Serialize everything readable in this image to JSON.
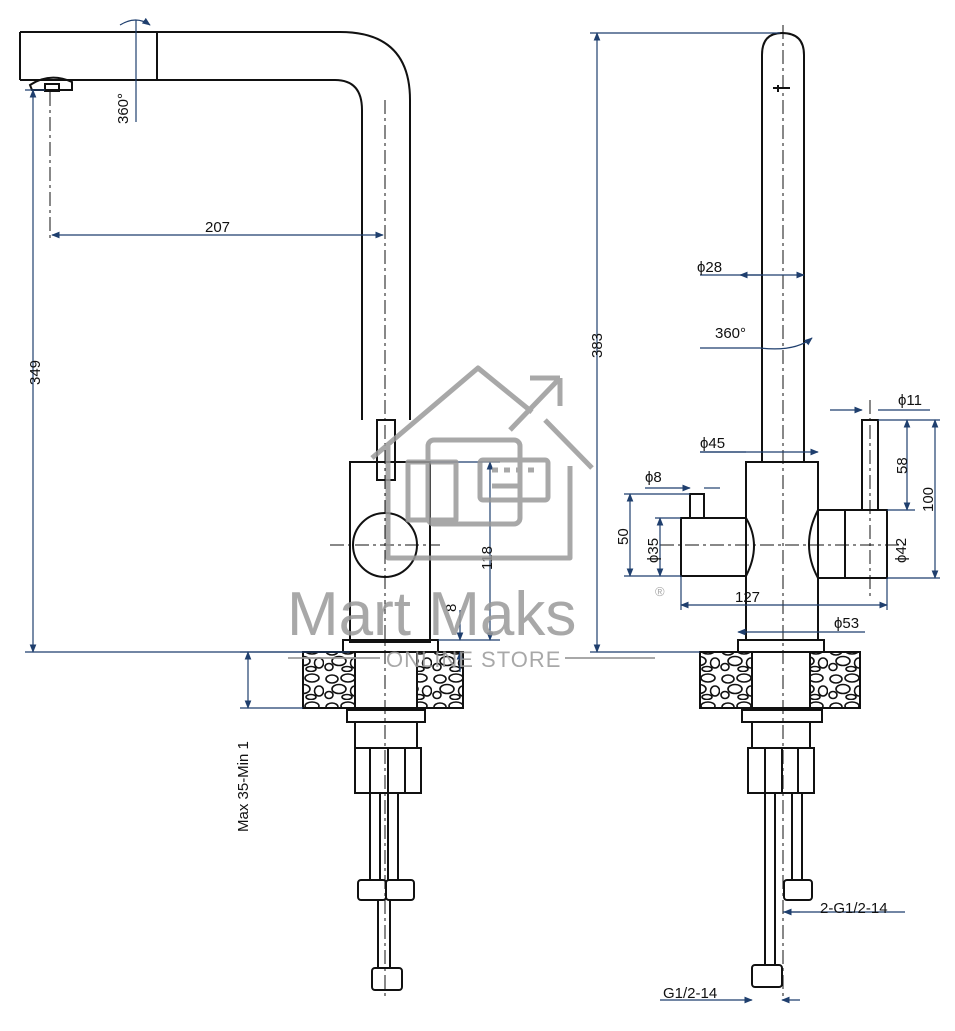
{
  "colors": {
    "outline": "#111111",
    "dimension_line": "#1f3f6e",
    "watermark": "#9a9a9a",
    "watermark_fill": "#c7c7c7",
    "background": "#ffffff"
  },
  "watermark": {
    "brand": "Mart Maks",
    "registered": "®",
    "tagline": "ONLINE STORE",
    "icon": "house-with-rising-arrow-icon"
  },
  "side_view": {
    "dims": {
      "swivel": "360°",
      "spout_reach": "207",
      "height": "349",
      "body_height": "118",
      "base_thickness": "8",
      "counter_thickness": "Max 35-Min 1"
    }
  },
  "front_view": {
    "dims": {
      "total_height": "383",
      "spout_diameter": "ϕ28",
      "swivel": "360°",
      "handle_diameter": "ϕ11",
      "body_top_diameter": "ϕ45",
      "handle_height": "58",
      "total_handle_height": "100",
      "lever_diameter": "ϕ8",
      "lever_height": "50",
      "body_diameter": "ϕ35",
      "valve_diameter": "ϕ42",
      "width": "127",
      "base_diameter": "ϕ53",
      "hose_thread": "2-G1/2-14",
      "inlet_thread": "G1/2-14"
    }
  }
}
